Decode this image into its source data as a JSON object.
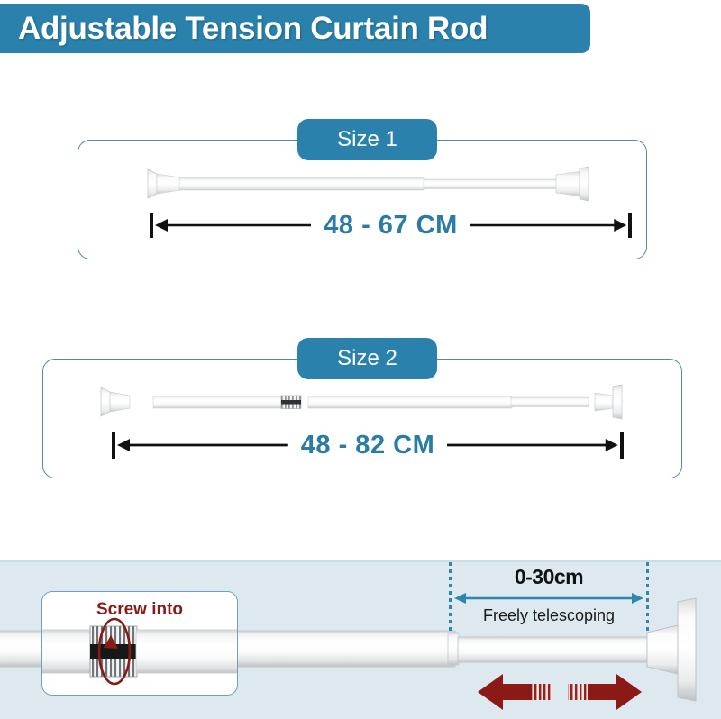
{
  "header": {
    "title": "Adjustable Tension Curtain Rod",
    "bar_color": "#2a82ac",
    "text_color": "#ffffff"
  },
  "theme": {
    "accent_blue": "#2a82ac",
    "label_blue": "#2a7ba6",
    "panel_border": "#4e8ca3",
    "scene_bg": "#dde9ef",
    "red_dark": "#8b1a16",
    "rod_white": "#ffffff"
  },
  "sizes": [
    {
      "badge_label": "Size 1",
      "dimension_label": "48 - 67 CM",
      "min_cm": 48,
      "max_cm": 67,
      "unit": "CM",
      "rod_style": "assembled-with-endcaps"
    },
    {
      "badge_label": "Size 2",
      "dimension_label": "48 - 82 CM",
      "min_cm": 48,
      "max_cm": 82,
      "unit": "CM",
      "rod_style": "exploded-with-threaded-joint"
    }
  ],
  "bottom_scene": {
    "screw_callout": {
      "label": "Screw into",
      "label_color": "#8b1a16",
      "rotation_icon": "circular-rotation-arrow-icon"
    },
    "telescope_callout": {
      "value": "0-30cm",
      "description": "Freely telescoping",
      "arrow_icon": "double-headed-arrow-icon",
      "arrow_color": "#2f85ab"
    },
    "direction_arrows": {
      "left_icon": "arrow-left-icon",
      "right_icon": "arrow-right-icon",
      "color": "#8b1a16"
    }
  }
}
